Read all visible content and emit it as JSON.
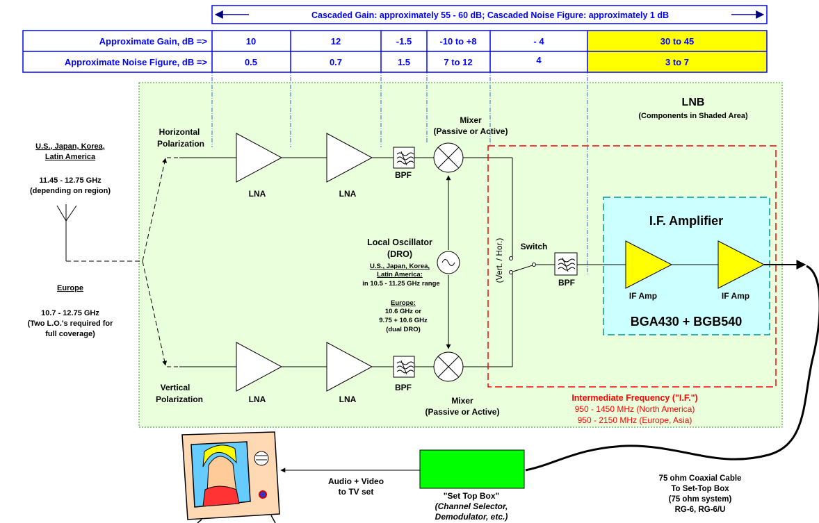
{
  "cascade_header": "Cascaded Gain:  approximately 55 - 60 dB;  Cascaded Noise Figure:  approximately 1 dB",
  "table": {
    "gain_label": "Approximate Gain, dB =>",
    "nf_label": "Approximate Noise Figure, dB =>",
    "gain_values": [
      "10",
      "12",
      "-1.5",
      "-10  to +8",
      "- 4",
      "30 to 45"
    ],
    "nf_values": [
      "0.5",
      "0.7",
      "1.5",
      "7 to 12",
      "4",
      "3 to 7"
    ],
    "highlight_color": "#ffff00",
    "text_color": "#0000ff"
  },
  "lnb": {
    "title": "LNB",
    "subtitle": "(Components in Shaded Area)",
    "fill_color": "#eaffdc"
  },
  "regions": {
    "us_heading": "U.S., Japan, Korea,",
    "us_heading2": "Latin  America",
    "us_freq1": "11.45 - 12.75 GHz",
    "us_freq2": "(depending on region)",
    "eu_heading": "Europe",
    "eu_freq1": "10.7 - 12.75 GHz",
    "eu_freq2": "(Two L.O.'s required  for",
    "eu_freq3": "full coverage)"
  },
  "polarization": {
    "horizontal1": "Horizontal",
    "horizontal2": "Polarization",
    "vertical1": "Vertical",
    "vertical2": "Polarization"
  },
  "components": {
    "lna": "LNA",
    "bpf": "BPF",
    "mixer_top1": "Mixer",
    "mixer_top2": "(Passive or Active)",
    "mixer_bot1": "Mixer",
    "mixer_bot2": "(Passive or Active)",
    "switch": "Switch",
    "vert_hor": "(Vert. / Hor.)",
    "if_amp": "IF Amp"
  },
  "oscillator": {
    "title1": "Local Oscillator",
    "title2": "(DRO)",
    "us1": "U.S., Japan, Korea,",
    "us2": "Latin America:",
    "us3": "in 10.5 - 11.25 GHz range",
    "eu_title": "Europe:",
    "eu1": "10.6 GHz or",
    "eu2": "9.75 + 10.6 GHz",
    "eu3": "(dual DRO)"
  },
  "if_block": {
    "title": "I.F. Amplifier",
    "parts": "BGA430 + BGB540",
    "fill_color": "#ccffff",
    "border_color": "#009999"
  },
  "if_note": {
    "line1": "Intermediate Frequency (\"I.F.\")",
    "line2": "950 - 1450 MHz (North America)",
    "line3": "950 - 2150 MHz (Europe, Asia)",
    "color": "#ff0000"
  },
  "stb": {
    "line1": "\"Set Top Box\"",
    "line2": "(Channel Selector,",
    "line3": "Demodulator, etc.)",
    "fill_color": "#00ff00"
  },
  "av": {
    "line1": "Audio + Video",
    "line2": "to TV set"
  },
  "cable": {
    "line1": "75 ohm Coaxial Cable",
    "line2": "To Set-Top Box",
    "line3": "(75 ohm system)",
    "line4": "RG-6, RG-6/U"
  }
}
